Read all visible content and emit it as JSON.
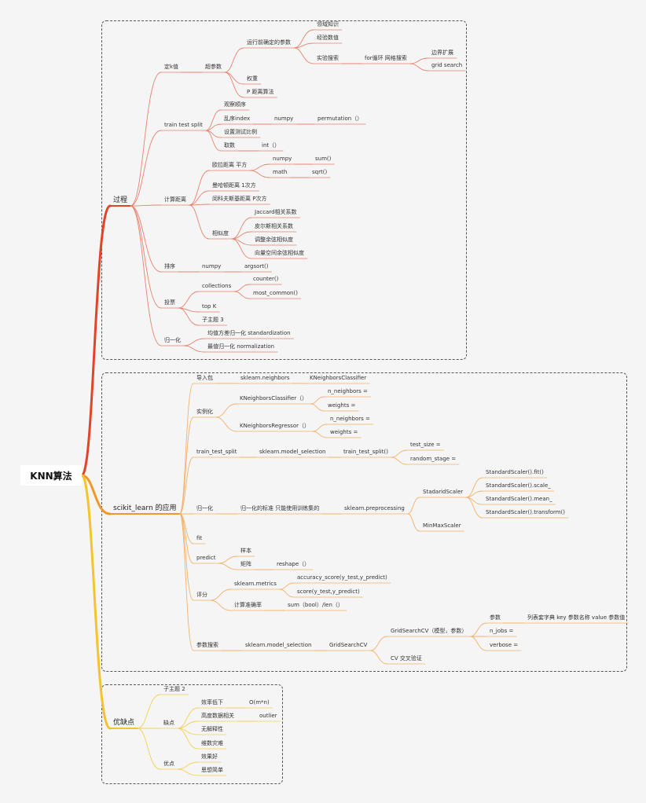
{
  "root": "KNN算法",
  "colors": {
    "red": "#e2442a",
    "orange": "#f0972e",
    "yellow": "#f4c430",
    "red_light": "#e8836f",
    "orange_light": "#f2b26b",
    "yellow_light": "#f4cf5a"
  },
  "nodes": [
    {
      "id": "p",
      "t": "过程"
    },
    {
      "id": "p1",
      "t": "定k值"
    },
    {
      "id": "p1a",
      "t": "超参数"
    },
    {
      "id": "p1a1",
      "t": "运行前确定的参数"
    },
    {
      "id": "p1a1a",
      "t": "领域知识"
    },
    {
      "id": "p1a1b",
      "t": "经验数值"
    },
    {
      "id": "p1a1c",
      "t": "实验搜索"
    },
    {
      "id": "p1a1c1",
      "t": "for循环 网格搜索"
    },
    {
      "id": "p1a1c1a",
      "t": "边界扩展"
    },
    {
      "id": "p1a1c1b",
      "t": "grid search"
    },
    {
      "id": "p1a2",
      "t": "权重"
    },
    {
      "id": "p1a3",
      "t": "P 距离算法"
    },
    {
      "id": "p2",
      "t": "train test split"
    },
    {
      "id": "p2a",
      "t": "观察顺序"
    },
    {
      "id": "p2b",
      "t": "乱序index"
    },
    {
      "id": "p2b1",
      "t": "numpy"
    },
    {
      "id": "p2b1a",
      "t": "permutation（）"
    },
    {
      "id": "p2c",
      "t": "设置测试比例"
    },
    {
      "id": "p2d",
      "t": "取数"
    },
    {
      "id": "p2d1",
      "t": "int（）"
    },
    {
      "id": "p3",
      "t": "计算距离"
    },
    {
      "id": "p3a",
      "t": "欧拉距离 平方"
    },
    {
      "id": "p3a1",
      "t": "numpy"
    },
    {
      "id": "p3a1a",
      "t": "sum()"
    },
    {
      "id": "p3a2",
      "t": "math"
    },
    {
      "id": "p3a2a",
      "t": "sqrt()"
    },
    {
      "id": "p3b",
      "t": "曼哈顿距离 1次方"
    },
    {
      "id": "p3c",
      "t": "闵科夫斯基距离 P次方"
    },
    {
      "id": "p3d",
      "t": "相似度"
    },
    {
      "id": "p3d1",
      "t": "Jaccard相关系数"
    },
    {
      "id": "p3d2",
      "t": "皮尔斯相关系数"
    },
    {
      "id": "p3d3",
      "t": "调整余弦相似度"
    },
    {
      "id": "p3d4",
      "t": "向量空间余弦相似度"
    },
    {
      "id": "p4",
      "t": "排序"
    },
    {
      "id": "p4a",
      "t": "numpy"
    },
    {
      "id": "p4a1",
      "t": "argsort()"
    },
    {
      "id": "p5",
      "t": "投票"
    },
    {
      "id": "p5a",
      "t": "collections"
    },
    {
      "id": "p5a1",
      "t": "counter()"
    },
    {
      "id": "p5a2",
      "t": "most_common()"
    },
    {
      "id": "p5b",
      "t": "top K"
    },
    {
      "id": "p5c",
      "t": "子主题 3"
    },
    {
      "id": "p6",
      "t": "归一化"
    },
    {
      "id": "p6a",
      "t": "均值方差归一化 standardization"
    },
    {
      "id": "p6b",
      "t": "最值归一化 normalization"
    },
    {
      "id": "s",
      "t": "scikit_learn 的应用"
    },
    {
      "id": "s1",
      "t": "导入包"
    },
    {
      "id": "s1a",
      "t": "sklearn.neighbors"
    },
    {
      "id": "s1a1",
      "t": "KNeighborsClassifier"
    },
    {
      "id": "s2",
      "t": "实例化"
    },
    {
      "id": "s2a",
      "t": "KNeighborsClassifier（）"
    },
    {
      "id": "s2a1",
      "t": "n_neighbors ="
    },
    {
      "id": "s2a2",
      "t": "weights ="
    },
    {
      "id": "s2b",
      "t": "KNeighborsRegressor（）"
    },
    {
      "id": "s2b1",
      "t": "n_neighbors ="
    },
    {
      "id": "s2b2",
      "t": "weights ="
    },
    {
      "id": "s3",
      "t": "train_test_split"
    },
    {
      "id": "s3a",
      "t": "sklearn.model_selection"
    },
    {
      "id": "s3a1",
      "t": "train_test_split()"
    },
    {
      "id": "s3a1a",
      "t": "test_size ="
    },
    {
      "id": "s3a1b",
      "t": "random_stage ="
    },
    {
      "id": "s4",
      "t": "归一化"
    },
    {
      "id": "s4a",
      "t": "归一化的标准 只能使用训练集的"
    },
    {
      "id": "s4a1",
      "t": "sklearn.preprocessing"
    },
    {
      "id": "s4a1a",
      "t": "StadaridScaler"
    },
    {
      "id": "s4a1a1",
      "t": "StandardScaler().fit()"
    },
    {
      "id": "s4a1a2",
      "t": "StandardScaler().scale_"
    },
    {
      "id": "s4a1a3",
      "t": "StandardScaler().mean_"
    },
    {
      "id": "s4a1a4",
      "t": "StandardScaler().transform()"
    },
    {
      "id": "s4a1b",
      "t": "MinMaxScaler"
    },
    {
      "id": "s5",
      "t": "fit"
    },
    {
      "id": "s6",
      "t": "predict"
    },
    {
      "id": "s6a",
      "t": "样本"
    },
    {
      "id": "s6b",
      "t": "矩阵"
    },
    {
      "id": "s6b1",
      "t": "reshape（）"
    },
    {
      "id": "s7",
      "t": "评分"
    },
    {
      "id": "s7a",
      "t": "sklearn.metrics"
    },
    {
      "id": "s7a1",
      "t": "accuracy_score(y_test,y_predict)"
    },
    {
      "id": "s7a2",
      "t": "score(y_test,y_predict)"
    },
    {
      "id": "s7b",
      "t": "计算准确率"
    },
    {
      "id": "s7b1",
      "t": "sum（bool）/len（）"
    },
    {
      "id": "s8",
      "t": "参数搜索"
    },
    {
      "id": "s8a",
      "t": "sklearn.model_selection"
    },
    {
      "id": "s8a1",
      "t": "GridSearchCV"
    },
    {
      "id": "s8a1a",
      "t": "GridSearchCV（模型，参数）"
    },
    {
      "id": "s8a1a1",
      "t": "参数"
    },
    {
      "id": "s8a1a1a",
      "t": "列表套字典 key 参数名称 value 参数值"
    },
    {
      "id": "s8a1a2",
      "t": "n_jobs ="
    },
    {
      "id": "s8a1a3",
      "t": "verbose ="
    },
    {
      "id": "s8a1b",
      "t": "CV 交叉验证"
    },
    {
      "id": "y",
      "t": "优缺点"
    },
    {
      "id": "y1",
      "t": "子主题 2"
    },
    {
      "id": "y2",
      "t": "缺点"
    },
    {
      "id": "y2a",
      "t": "效率低下"
    },
    {
      "id": "y2a1",
      "t": "O(m*n)"
    },
    {
      "id": "y2b",
      "t": "高度数据相关"
    },
    {
      "id": "y2b1",
      "t": "outlier"
    },
    {
      "id": "y2c",
      "t": "无解释性"
    },
    {
      "id": "y2d",
      "t": "维数灾难"
    },
    {
      "id": "y3",
      "t": "优点"
    },
    {
      "id": "y3a",
      "t": "效果好"
    },
    {
      "id": "y3b",
      "t": "思想简单"
    }
  ]
}
